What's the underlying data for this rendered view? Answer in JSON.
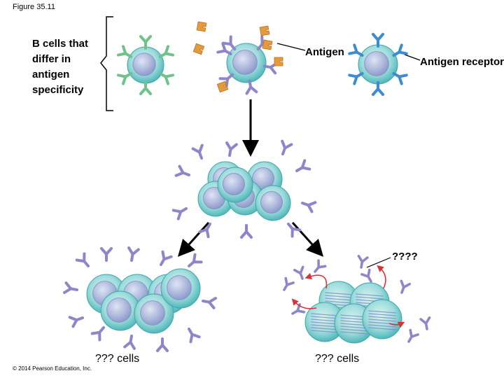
{
  "figure_title": "Figure 35.11",
  "labels": {
    "b_cells": "B cells that differ in antigen specificity",
    "antigen": "Antigen",
    "antigen_receptor": "Antigen receptor",
    "question_mark": "????",
    "left_cells": "??? cells",
    "right_cells": "??? cells"
  },
  "copyright": "© 2014 Pearson Education, Inc.",
  "colors": {
    "cell_fill": "#8fd7d8",
    "nucleus": "#a9b6dd",
    "receptor_green": "#6fc38a",
    "receptor_purple": "#8f86c9",
    "receptor_blue": "#3d8ccf",
    "antigen_orange": "#e59b3c",
    "arrow_red": "#d8333a"
  }
}
